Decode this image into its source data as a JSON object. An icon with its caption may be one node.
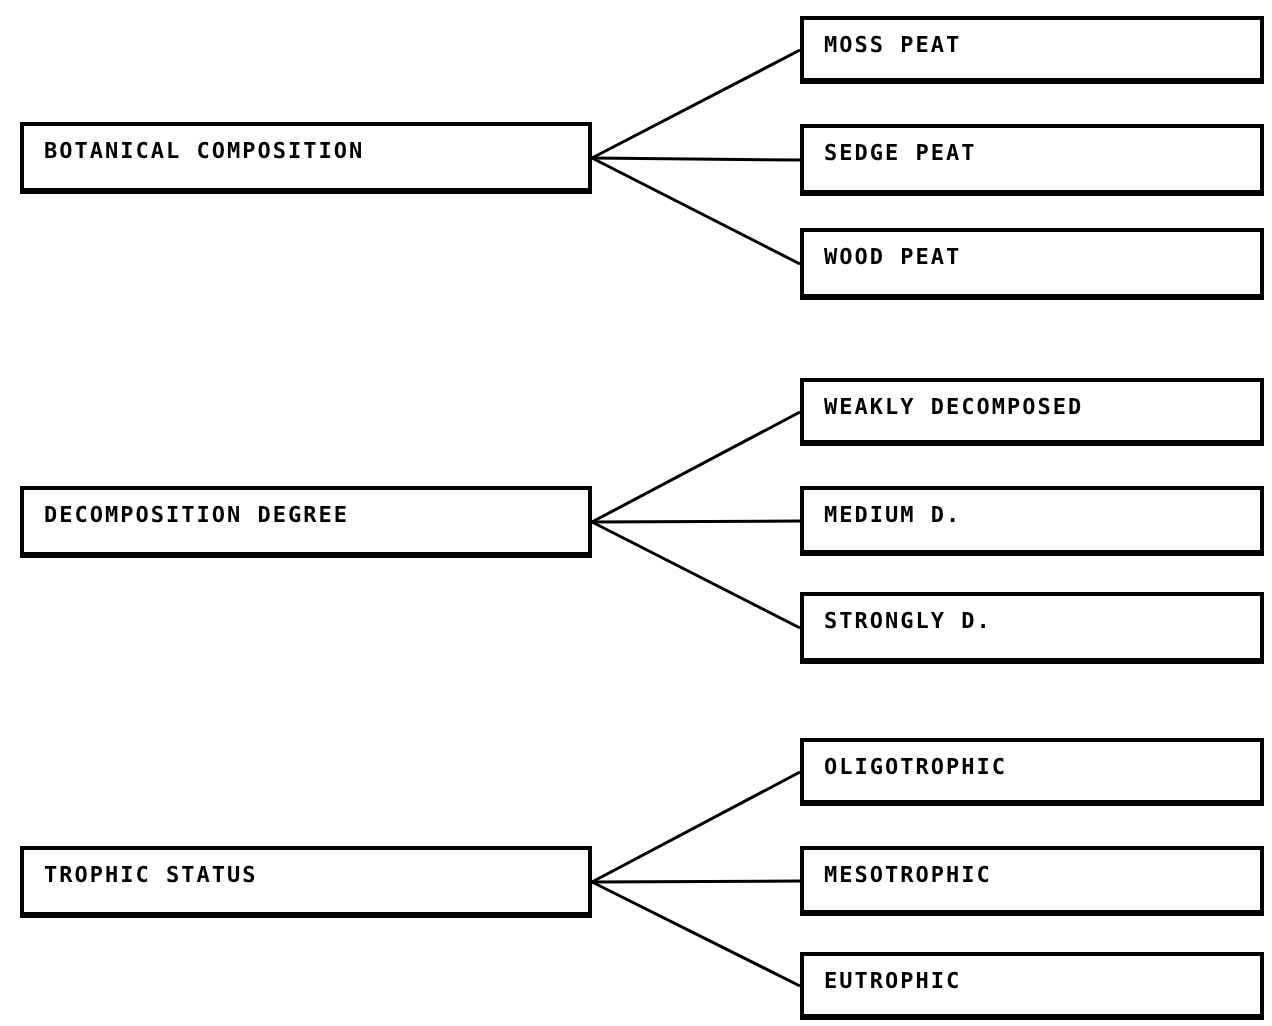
{
  "diagram": {
    "nodes": [
      {
        "text": [
          "BOTANICAL COMPOSITION"
        ]
      },
      {
        "text": [
          "MOSS PEAT"
        ]
      },
      {
        "text": [
          "SEDGE PEAT"
        ]
      },
      {
        "text": [
          "WOOD PEAT"
        ]
      },
      {
        "text": [
          "DECOMPOSITION DEGREE"
        ]
      },
      {
        "text": [
          "WEAKLY DECOMPOSED"
        ]
      },
      {
        "text": [
          "MEDIUM D."
        ]
      },
      {
        "text": [
          "STRONGLY D."
        ]
      },
      {
        "text": [
          "TROPHIC STATUS"
        ]
      },
      {
        "text": [
          "OLIGOTROPHIC"
        ]
      },
      {
        "text": [
          "MESOTROPHIC"
        ]
      },
      {
        "text": [
          "EUTROPHIC"
        ]
      }
    ],
    "edges": [
      {
        "from": 0,
        "to": 1,
        "arrow": "none"
      },
      {
        "from": 0,
        "to": 2,
        "arrow": "none"
      },
      {
        "from": 0,
        "to": 3,
        "arrow": "none"
      },
      {
        "from": 4,
        "to": 5,
        "arrow": "none"
      },
      {
        "from": 4,
        "to": 6,
        "arrow": "none"
      },
      {
        "from": 4,
        "to": 7,
        "arrow": "none"
      },
      {
        "from": 8,
        "to": 9,
        "arrow": "none"
      },
      {
        "from": 8,
        "to": 10,
        "arrow": "none"
      },
      {
        "from": 8,
        "to": 11,
        "arrow": "none"
      }
    ]
  }
}
